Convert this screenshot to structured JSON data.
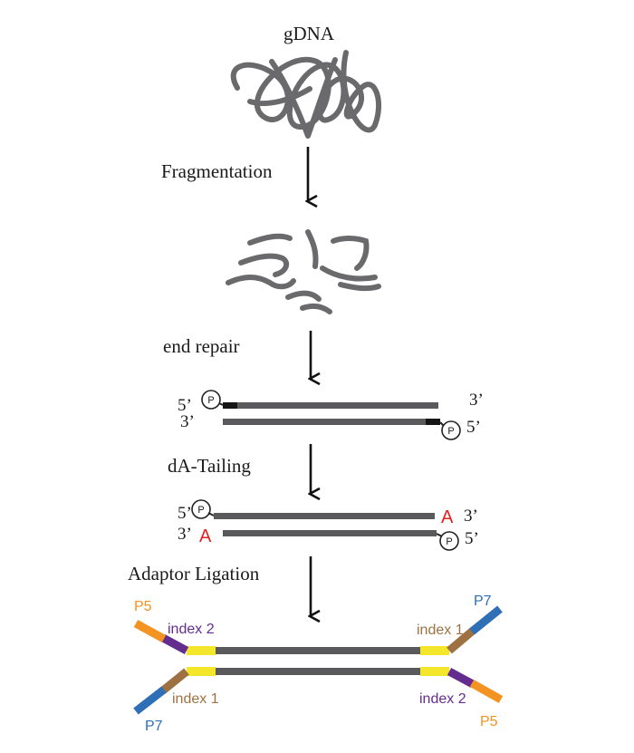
{
  "steps": {
    "gdna": "gDNA",
    "fragmentation": "Fragmentation",
    "end_repair": "end repair",
    "da_tailing": "dA-Tailing",
    "adaptor_ligation": "Adaptor Ligation"
  },
  "ends": {
    "five_prime": "5’",
    "three_prime": "3’",
    "phosphate": "P",
    "a_base": "A"
  },
  "adaptor_labels": {
    "p5": "P5",
    "p7": "P7",
    "index1": "index 1",
    "index2": "index 2"
  },
  "colors": {
    "strand": "#5a5a5c",
    "arrow": "#111111",
    "a_base": "#e4201f",
    "p5": "#f39321",
    "p7": "#2e6fb5",
    "index1": "#9e7143",
    "index2": "#652c8f",
    "insert_yellow": "#f4e62a"
  }
}
